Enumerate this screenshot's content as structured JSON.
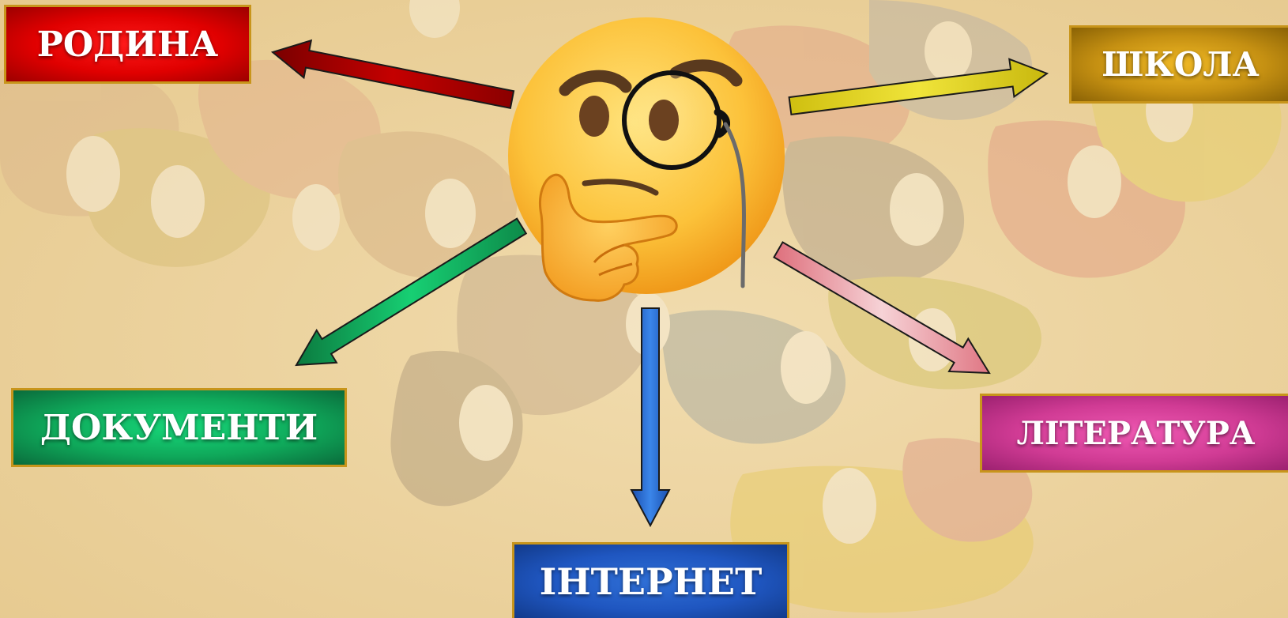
{
  "diagram": {
    "center": {
      "icon": "face-with-monocle-thinking-icon"
    },
    "labels": {
      "rodyna": "РОДИНА",
      "shkola": "ШКОЛА",
      "dokumenty": "ДОКУМЕНТИ",
      "literatura": "ЛІТЕРАТУРА",
      "internet": "ІНТЕРНЕТ"
    },
    "colors": {
      "rodyna": "#e00000",
      "shkola": "#c59012",
      "dokumenty": "#0fa85a",
      "literatura": "#d03b94",
      "internet": "#1f56c0",
      "border": "#c8951b",
      "arrow_red": "#b00000",
      "arrow_yellow": "#d8cc24",
      "arrow_green": "#12a85c",
      "arrow_pink": "#e8909c",
      "arrow_blue": "#1f5ec8"
    },
    "edges": [
      {
        "from": "center",
        "to": "rodyna"
      },
      {
        "from": "center",
        "to": "shkola"
      },
      {
        "from": "center",
        "to": "dokumenty"
      },
      {
        "from": "center",
        "to": "literatura"
      },
      {
        "from": "center",
        "to": "internet"
      }
    ]
  }
}
